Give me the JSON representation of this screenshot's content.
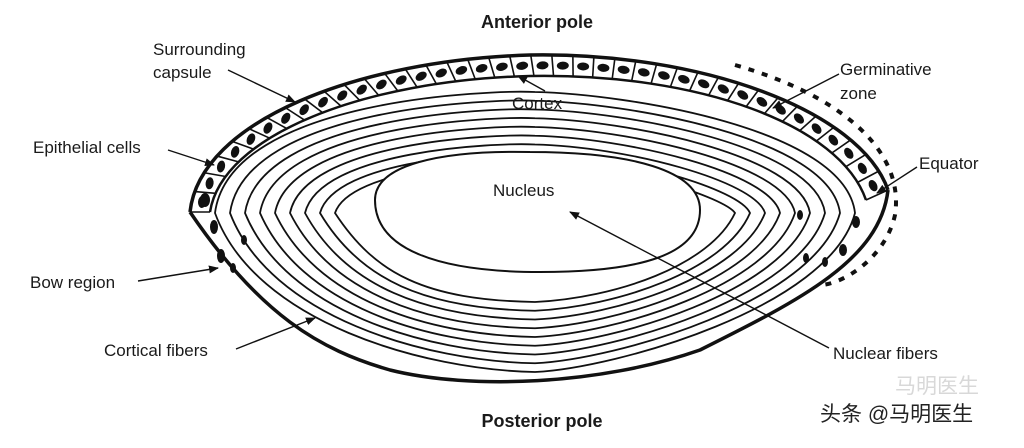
{
  "labels": {
    "anterior_pole": "Anterior pole",
    "posterior_pole": "Posterior pole",
    "surrounding_capsule": [
      "Surrounding",
      "capsule"
    ],
    "epithelial_cells": "Epithelial cells",
    "bow_region": "Bow region",
    "cortical_fibers": "Cortical fibers",
    "cortex": "Cortex",
    "nucleus": "Nucleus",
    "germinative_zone": [
      "Germinative",
      "zone"
    ],
    "equator": "Equator",
    "nuclear_fibers": "Nuclear fibers"
  },
  "watermark": {
    "faint": "马明医生",
    "text": "头条 @马明医生"
  }
}
